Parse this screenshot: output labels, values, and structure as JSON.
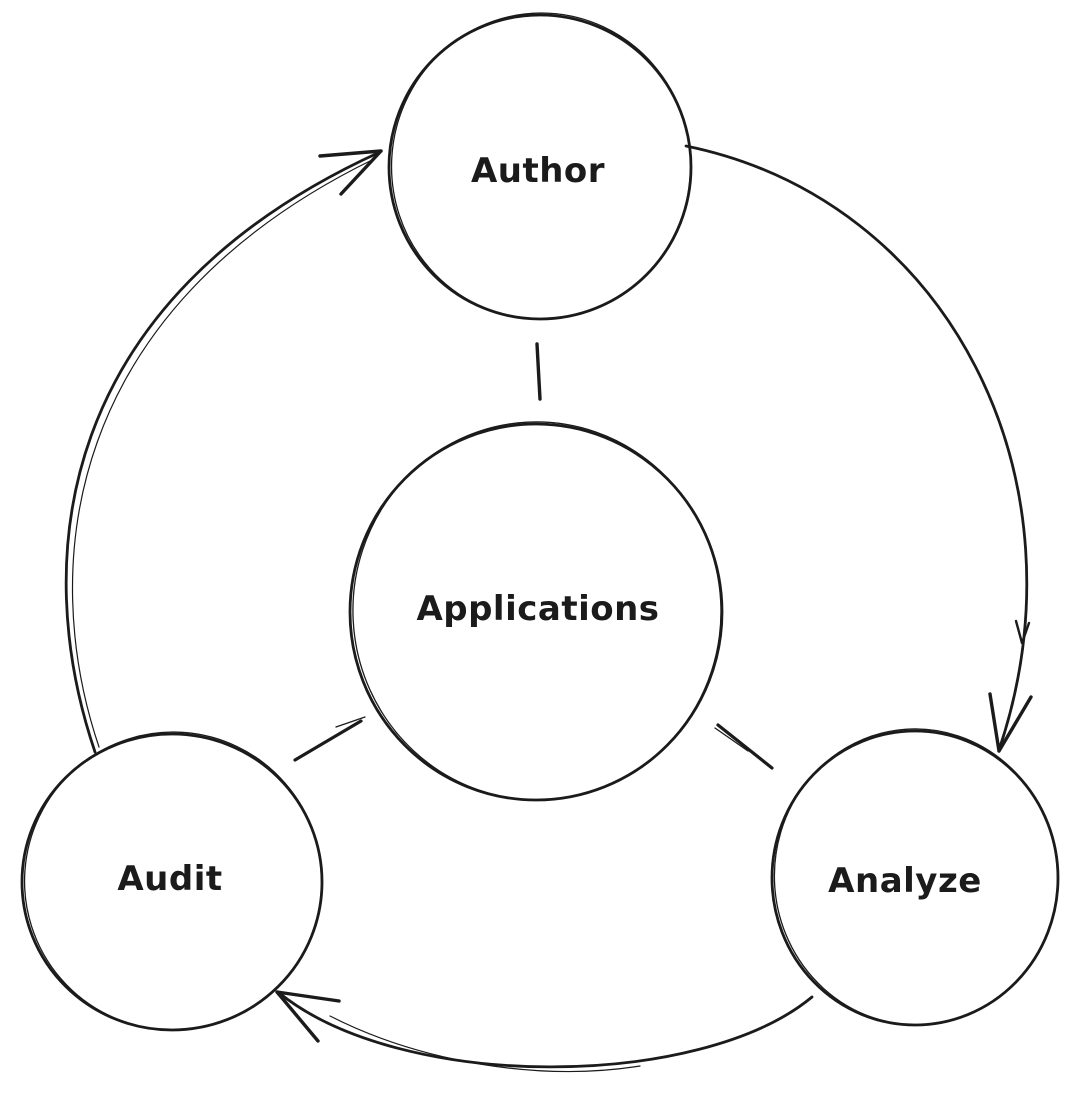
{
  "diagram": {
    "type": "flow-cycle",
    "colors": {
      "stroke": "#1b1b1b",
      "background": "#ffffff"
    },
    "nodes": [
      {
        "id": "author",
        "label": "Author",
        "shape": "circle",
        "position": "top-center"
      },
      {
        "id": "applications",
        "label": "Applications",
        "shape": "circle",
        "position": "center"
      },
      {
        "id": "audit",
        "label": "Audit",
        "shape": "circle",
        "position": "bottom-left"
      },
      {
        "id": "analyze",
        "label": "Analyze",
        "shape": "circle",
        "position": "bottom-right"
      }
    ],
    "edges": [
      {
        "from": "audit",
        "to": "author",
        "style": "curved-arrow",
        "path": "left-side-up"
      },
      {
        "from": "author",
        "to": "analyze",
        "style": "curved-arrow",
        "path": "right-side-down"
      },
      {
        "from": "analyze",
        "to": "audit",
        "style": "curved-arrow",
        "path": "bottom-across"
      },
      {
        "from": "applications",
        "to": "author",
        "style": "plain-tick"
      },
      {
        "from": "applications",
        "to": "audit",
        "style": "plain-tick"
      },
      {
        "from": "applications",
        "to": "analyze",
        "style": "plain-tick"
      }
    ]
  }
}
